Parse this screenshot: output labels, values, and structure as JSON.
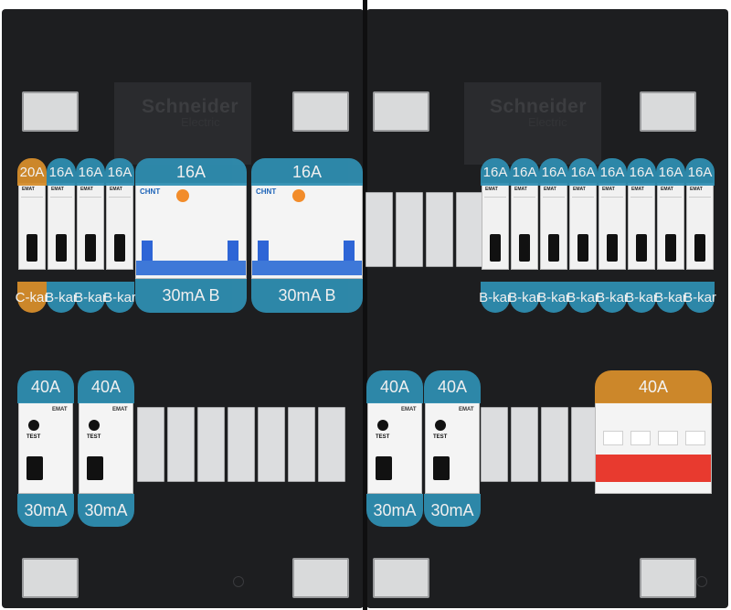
{
  "enclosure": {
    "brand": "Schneider",
    "brand_sub": "Electric"
  },
  "top_row_left": {
    "breakers": [
      {
        "rating": "20A",
        "curve": "C-kar",
        "color": "#d68d2b"
      },
      {
        "rating": "16A",
        "curve": "B-kar",
        "color": "#2f8fb3"
      },
      {
        "rating": "16A",
        "curve": "B-kar",
        "color": "#2f8fb3"
      },
      {
        "rating": "16A",
        "curve": "B-kar",
        "color": "#2f8fb3"
      }
    ],
    "rcds": [
      {
        "rating": "16A",
        "type": "30mA B",
        "brand": "CHNT"
      },
      {
        "rating": "16A",
        "type": "30mA B",
        "brand": "CHNT"
      }
    ]
  },
  "top_row_right": {
    "breakers": [
      {
        "rating": "16A",
        "curve": "B-kar"
      },
      {
        "rating": "16A",
        "curve": "B-kar"
      },
      {
        "rating": "16A",
        "curve": "B-kar"
      },
      {
        "rating": "16A",
        "curve": "B-kar"
      },
      {
        "rating": "16A",
        "curve": "B-kar"
      },
      {
        "rating": "16A",
        "curve": "B-kar"
      },
      {
        "rating": "16A",
        "curve": "B-kar"
      },
      {
        "rating": "16A",
        "curve": "B-kar"
      }
    ]
  },
  "bottom_row_left": {
    "rcbos": [
      {
        "rating": "40A",
        "sensitivity": "30mA"
      },
      {
        "rating": "40A",
        "sensitivity": "30mA"
      }
    ]
  },
  "bottom_row_right": {
    "rcbos": [
      {
        "rating": "40A",
        "sensitivity": "30mA"
      },
      {
        "rating": "40A",
        "sensitivity": "30mA"
      }
    ],
    "main_switch": {
      "rating": "40A",
      "color": "#d68d2b"
    }
  },
  "module_text": {
    "breaker_brand": "EMAT",
    "rcbo_test": "TEST",
    "rcbo_brand": "EMAT"
  },
  "colors": {
    "blue_label": "#2f8fb3",
    "orange_label": "#d68d2b",
    "rcd_rail": "#3e78d8",
    "main_switch_red": "#e83a2f",
    "enclosure": "#1d1e20"
  }
}
